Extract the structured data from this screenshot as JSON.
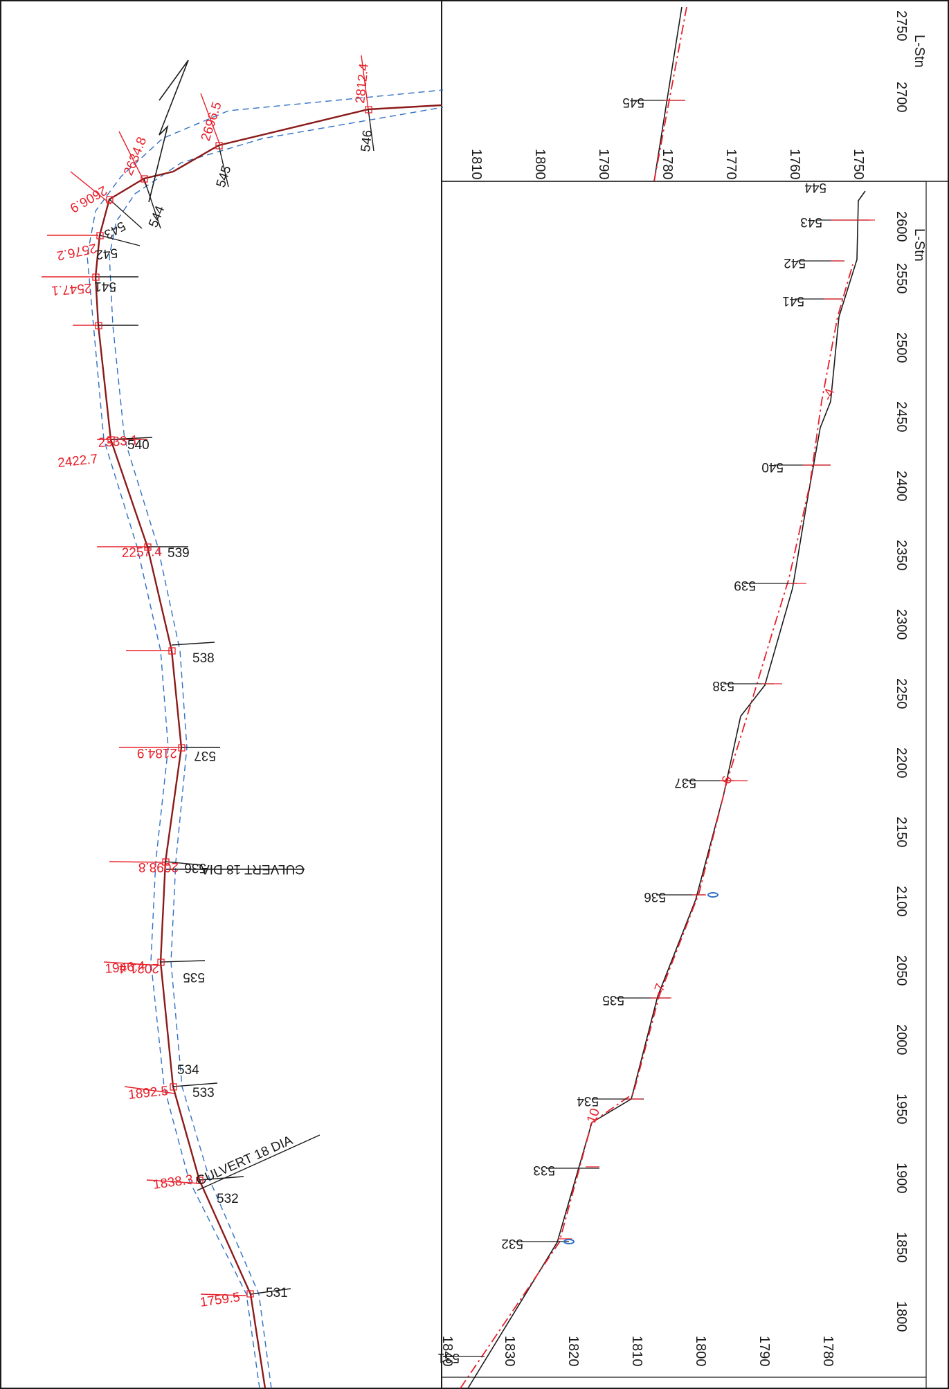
{
  "plan": {
    "stations": [
      {
        "id": "531",
        "station": "1759.5"
      },
      {
        "id": "532",
        "station": "1838.3"
      },
      {
        "id": "533",
        "station": "1892.5"
      },
      {
        "id": "534",
        "station": "1946.4"
      },
      {
        "id": "535",
        "station": "2021.4"
      },
      {
        "id": "536",
        "station": "2098.8"
      },
      {
        "id": "537",
        "station": "2184.9"
      },
      {
        "id": "538",
        "station": "2257.4"
      },
      {
        "id": "539",
        "station": "2333.1"
      },
      {
        "id": "540",
        "station": "2422.7"
      },
      {
        "id": "541",
        "station": "2547.1"
      },
      {
        "id": "542",
        "station": "2576.2"
      },
      {
        "id": "543",
        "station": "2606.9"
      },
      {
        "id": "544",
        "station": "2634.8"
      },
      {
        "id": "545",
        "station": "2696.5"
      },
      {
        "id": "546",
        "station": "2812.4"
      }
    ],
    "culverts": [
      "CULVERT 18 DIA",
      "CULVERT 18 DIA"
    ]
  },
  "profile_lower": {
    "axis_label": "L-Stn",
    "stn_ticks": [
      "1800",
      "1850",
      "1900",
      "1950",
      "2000",
      "2050",
      "2100",
      "2150",
      "2200",
      "2250",
      "2300",
      "2350",
      "2400",
      "2450",
      "2500",
      "2550",
      "2600"
    ],
    "elev_ticks": [
      "1840",
      "1830",
      "1820",
      "1810",
      "1800",
      "1790",
      "1780"
    ],
    "markers": [
      "531",
      "532",
      "533",
      "534",
      "535",
      "536",
      "537",
      "538",
      "539",
      "540",
      "541",
      "542",
      "543",
      "544"
    ],
    "grades": [
      "-10",
      "-7",
      "-6",
      "-4"
    ]
  },
  "profile_upper": {
    "axis_label": "L-Stn",
    "stn_ticks": [
      "2700",
      "2750"
    ],
    "elev_ticks": [
      "1810",
      "1800",
      "1790",
      "1780",
      "1770",
      "1760",
      "1750"
    ],
    "markers": [
      "545"
    ]
  },
  "colors": {
    "design": "#e8202a",
    "ground": "#1a1a1a",
    "edge": "#2f6fc4"
  }
}
